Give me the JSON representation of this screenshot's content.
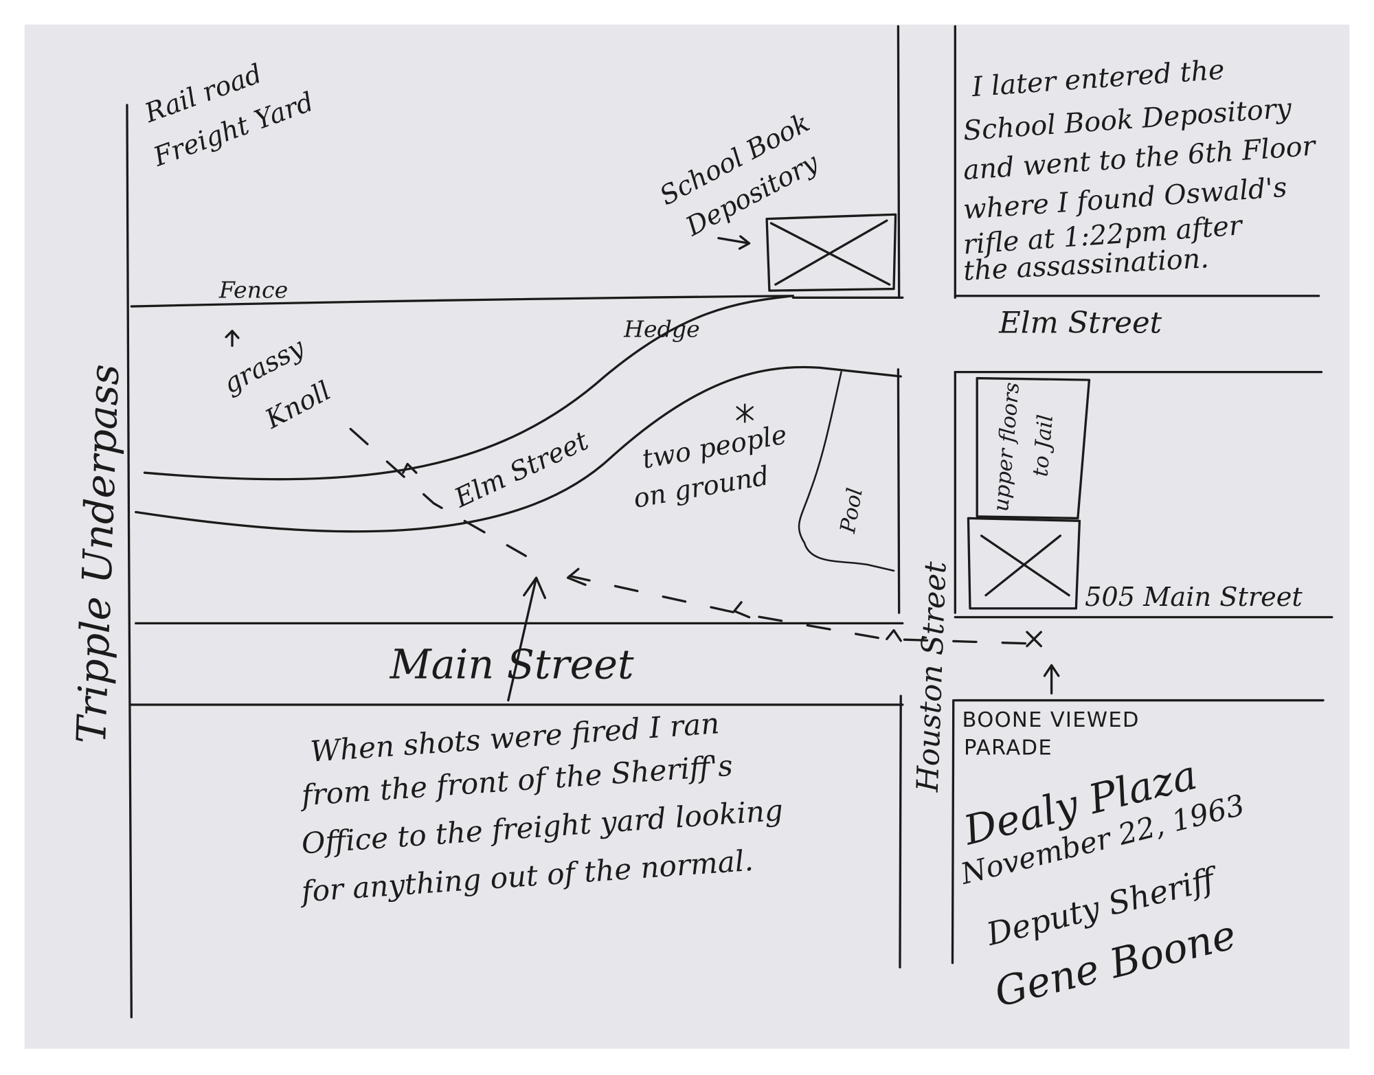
{
  "map": {
    "labels": {
      "railroad_line1": "Rail road",
      "railroad_line2": "Freight Yard",
      "depository_line1": "School Book",
      "depository_line2": "Depository",
      "fence": "Fence",
      "hedge": "Hedge",
      "grassy_line1": "grassy",
      "grassy_line2": "Knoll",
      "elm_street_curve": "Elm Street",
      "elm_street": "Elm Street",
      "two_people_line1": "two people",
      "two_people_line2": "on ground",
      "pool": "Pool",
      "upper_floors_line1": "upper floors",
      "upper_floors_line2": "to Jail",
      "main_505": "505 Main Street",
      "main_street": "Main Street",
      "houston_street": "Houston Street",
      "underpass": "Tripple Underpass",
      "boone_line1": "BOONE VIEWED",
      "boone_line2": "PARADE"
    },
    "note_right": [
      "I later entered the",
      "School Book Depository",
      "and went to the 6th Floor",
      "where I found Oswald's",
      "rifle at 1:22pm after",
      "the assassination."
    ],
    "note_bottom": [
      "When shots were fired I ran",
      "from the front of the Sheriff's",
      "Office to the freight yard looking",
      "for anything out of the normal."
    ],
    "signature_block": [
      "Dealy Plaza",
      "November 22, 1963",
      "Deputy Sheriff",
      "Gene Boone"
    ],
    "colors": {
      "paper": "#e7e7eb",
      "ink": "#1c1a1a"
    }
  }
}
